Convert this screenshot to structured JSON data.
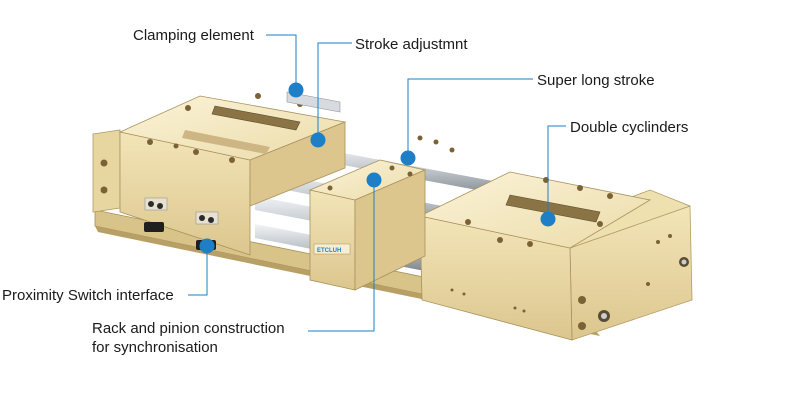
{
  "callouts": {
    "clamping_element": "Clamping element",
    "stroke_adjustment": "Stroke adjustmnt",
    "super_long_stroke": "Super long stroke",
    "double_cylinders": "Double cyclinders",
    "proximity_switch": "Proximity Switch interface",
    "rack_pinion_line1": "Rack and pinion construction",
    "rack_pinion_line2": "for synchronisation"
  },
  "brand": {
    "logo_text": "ETCLUH"
  },
  "colors": {
    "body_light": "#f6ebc5",
    "body_mid": "#e3d09b",
    "body_dark": "#c9b27a",
    "rod": "#c7ccd1",
    "callout_dot": "#1e7fc6",
    "callout_line": "#1e7fc6"
  }
}
